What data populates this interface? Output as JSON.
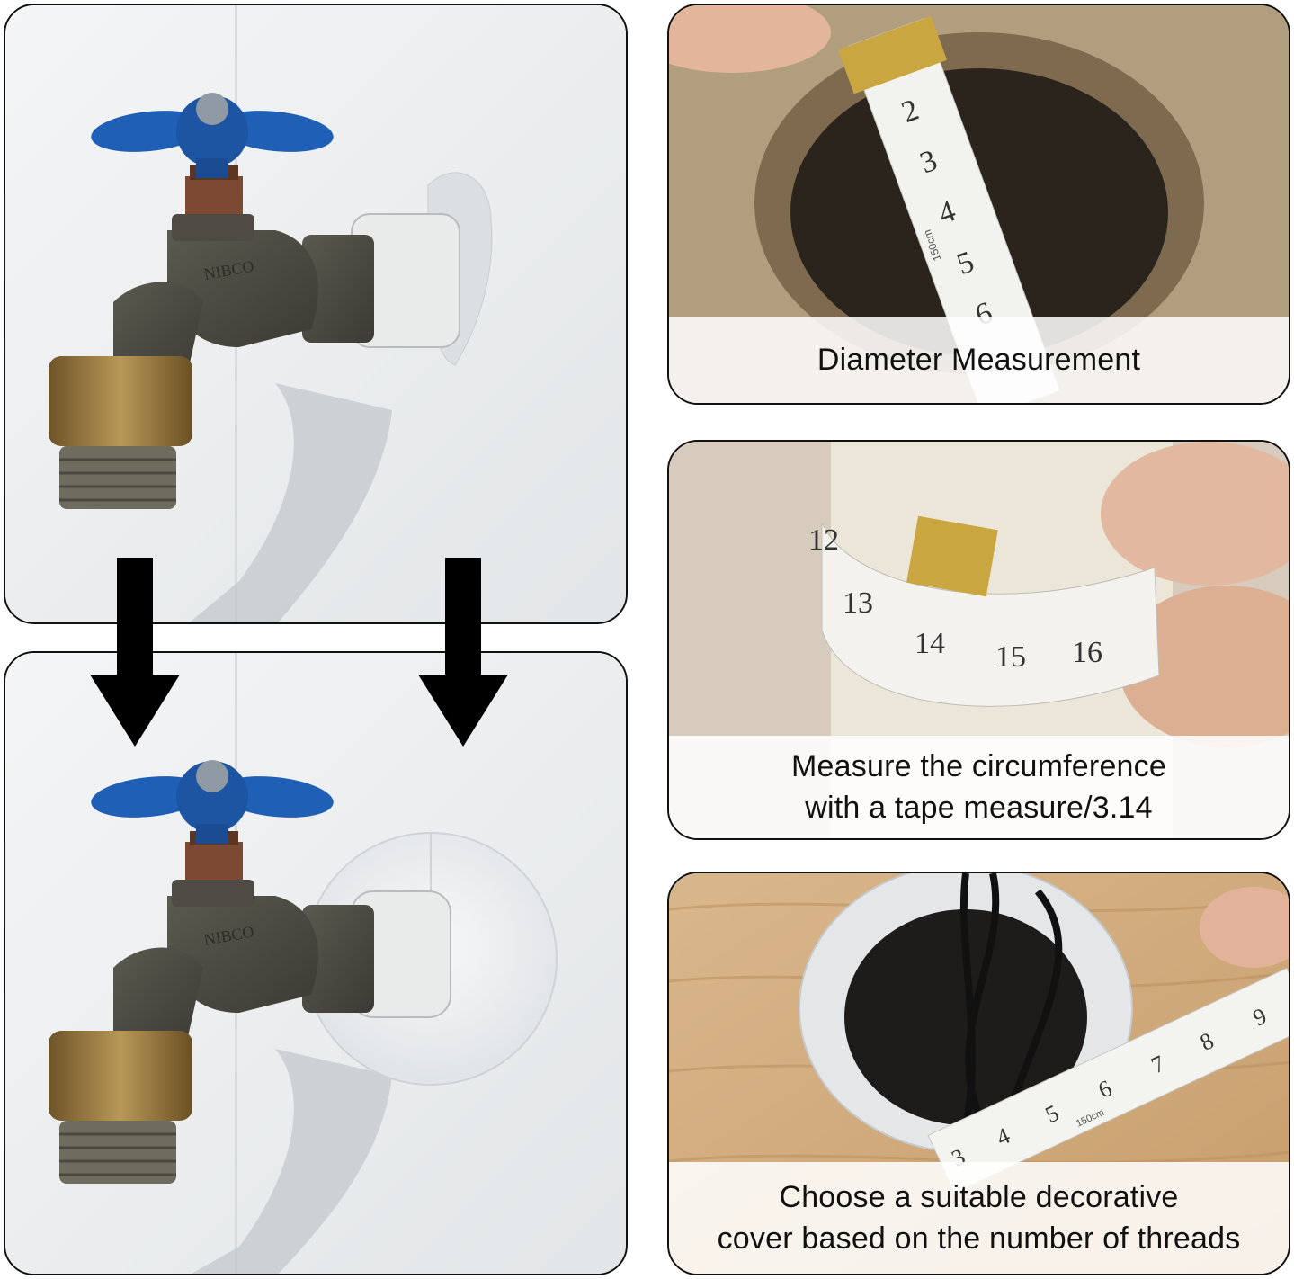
{
  "panels": {
    "before": {
      "brand_text": "NIBCO"
    },
    "after": {
      "brand_text": "NIBCO"
    },
    "diameter": {
      "caption": "Diameter Measurement",
      "tape_numbers": [
        "2",
        "3",
        "4",
        "5",
        "6"
      ],
      "tape_mark": "150cm"
    },
    "circumference": {
      "caption_line1": "Measure the circumference",
      "caption_line2": "with a tape measure/3.14",
      "tape_numbers": [
        "12",
        "13",
        "14",
        "15",
        "16"
      ]
    },
    "choose": {
      "caption_line1": "Choose a suitable decorative",
      "caption_line2": "cover based on the number of threads",
      "tape_numbers": [
        "3",
        "4",
        "5",
        "6",
        "7",
        "8",
        "9"
      ],
      "tape_mark": "150cm"
    }
  },
  "colors": {
    "handle_blue": "#1f5fb5",
    "brass": "#9a7a3e",
    "wall": "#eceeef",
    "arrow": "#000000"
  },
  "icons": {
    "arrow": "arrow-down-icon"
  }
}
